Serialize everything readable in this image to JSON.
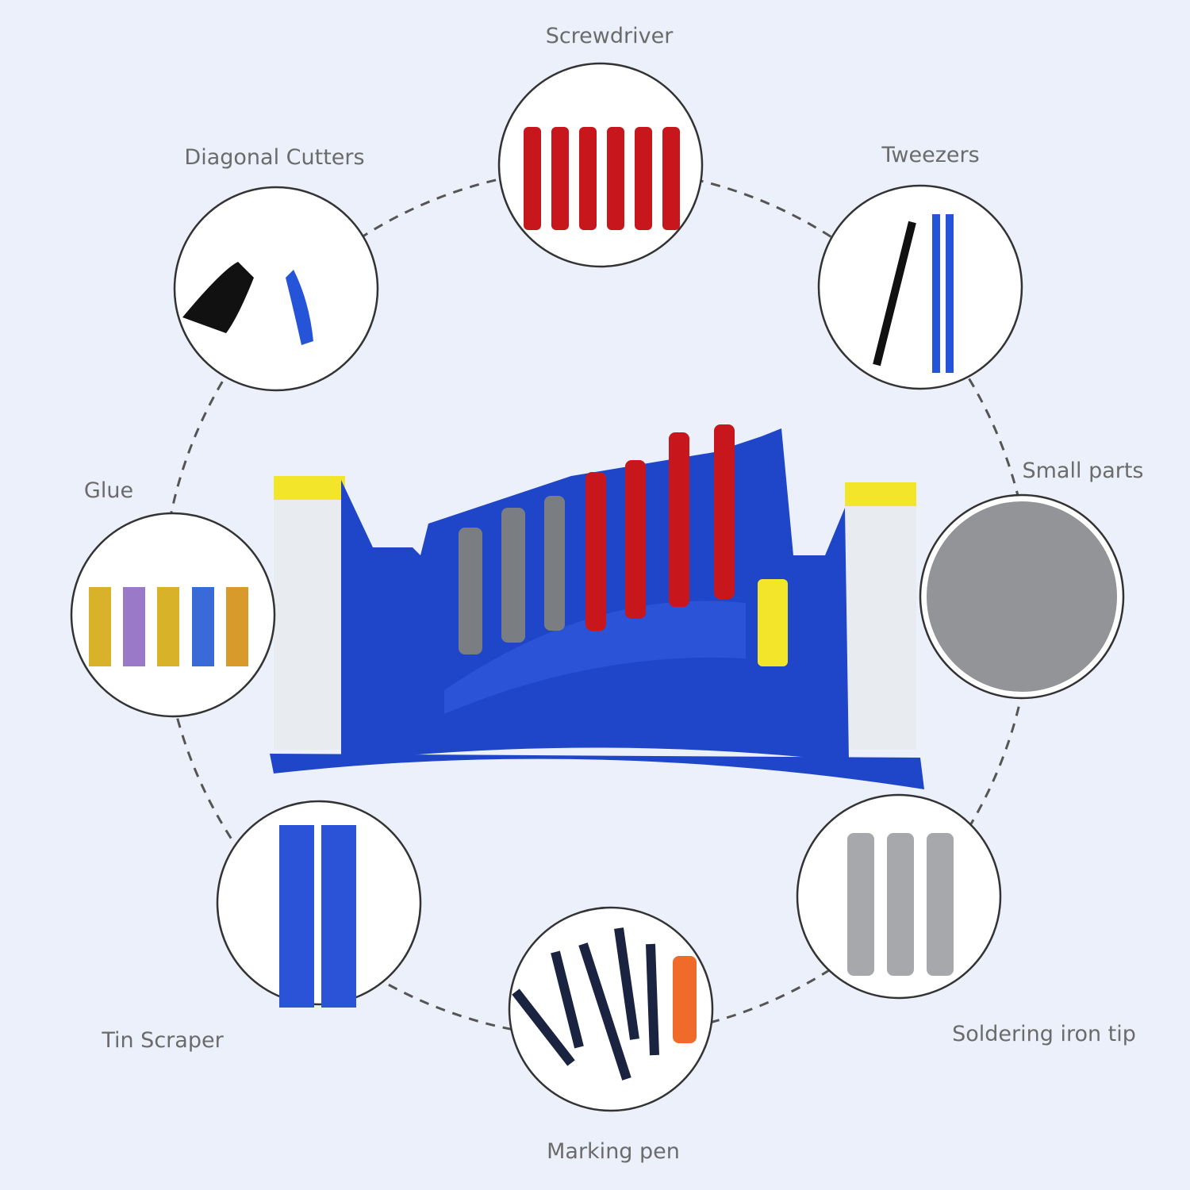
{
  "labels": {
    "screwdriver": "Screwdriver",
    "diagonal_cutters": "Diagonal Cutters",
    "tweezers": "Tweezers",
    "glue": "Glue",
    "small_parts": "Small parts",
    "tin_scraper": "Tin Scraper",
    "soldering_iron_tip": "Soldering iron tip",
    "marking_pen": "Marking pen"
  },
  "colors": {
    "background": "#ebf0fa",
    "organizer_blue": "#1f45c8",
    "accent_yellow": "#f2e52a",
    "screwdriver_red": "#c8171c"
  }
}
